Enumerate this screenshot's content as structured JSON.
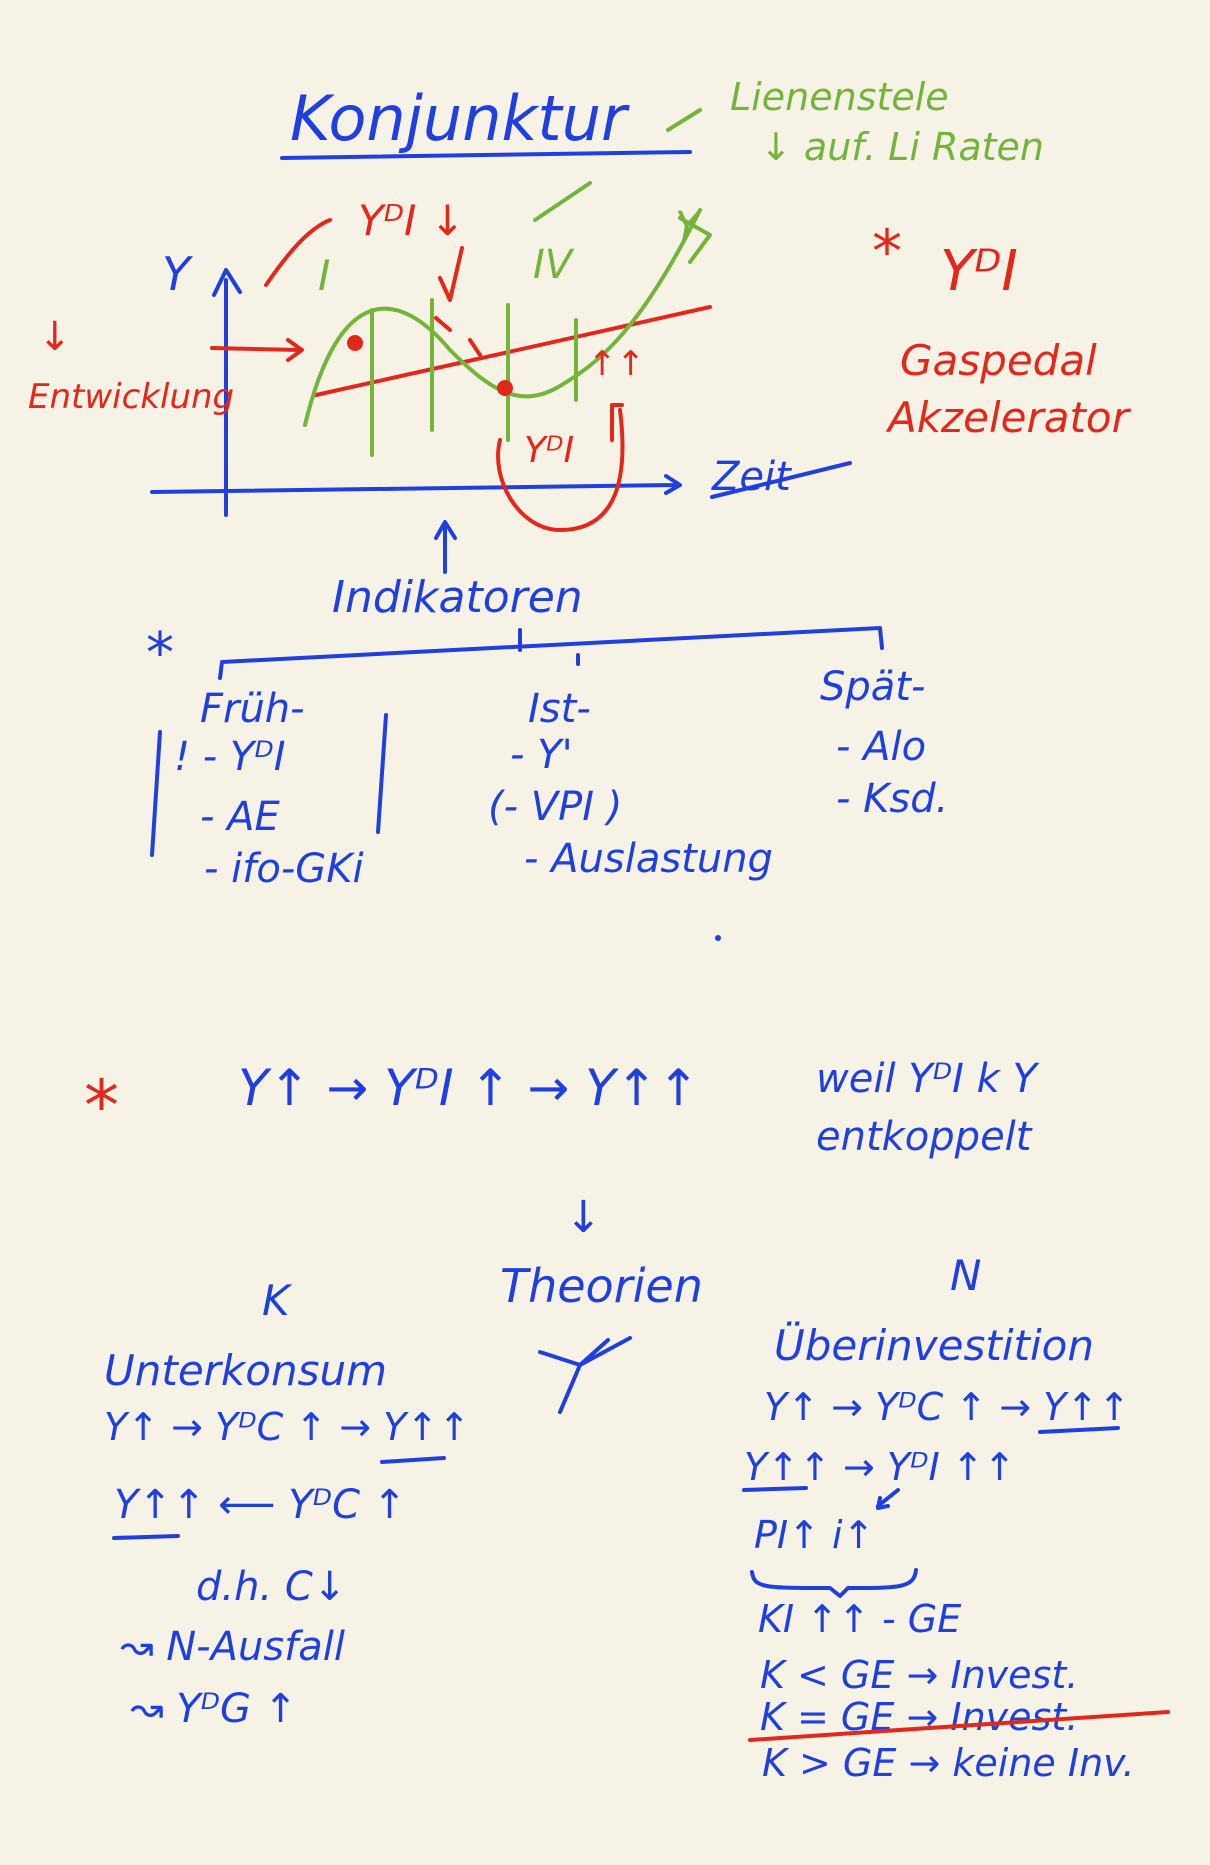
{
  "colors": {
    "paper": "#f6f2e6",
    "blue_ink": "#1f3fe0",
    "red_ink": "#e3271b",
    "green_ink": "#74b43a"
  },
  "title": "Konjunktur",
  "green_note": {
    "line1": "Lienenstele",
    "line2": "↓ auf. Li Raten"
  },
  "chart": {
    "y_axis_label": "Y",
    "x_axis_label": "Zeit",
    "trend_label": "Y",
    "phase_1": "I",
    "phase_4": "IV",
    "left_arrow": "↓",
    "left_note": "Entwicklung",
    "top_label": "YᴰI ↓",
    "bottom_label": "YᴰI",
    "up_arrows": "↑↑",
    "indicators_label": "Indikatoren"
  },
  "accelerator": {
    "star": "*",
    "symbol": "YᴰI",
    "line1": "Gaspedal",
    "line2": "Akzelerator"
  },
  "indicators": {
    "star": "*",
    "columns": [
      {
        "heading": "Früh-",
        "items": [
          "! - YᴰI",
          "- AE",
          "- ifo-GKi"
        ]
      },
      {
        "heading": "Ist-",
        "items": [
          "- Y'",
          "(- VPI )",
          "- Auslastung"
        ]
      },
      {
        "heading": "Spät-",
        "items": [
          "- Alo",
          "- Ksd."
        ]
      }
    ]
  },
  "chain": {
    "star": "*",
    "formula": "Y↑ → YᴰI ↑ → Y↑↑",
    "note_line1": "weil YᴰI k Y",
    "note_line2": "entkoppelt"
  },
  "theorien": {
    "down_arrow": "↓",
    "label": "Theorien"
  },
  "left_theory": {
    "mark": "K",
    "heading": "Unterkonsum",
    "line1": "Y↑ → YᴰC ↑ → Y↑↑",
    "line2": "Y↑↑ ⟵ YᴰC ↑",
    "line3": "d.h. C↓",
    "line4": "↝ N-Ausfall",
    "line5": "↝ YᴰG ↑"
  },
  "right_theory": {
    "mark": "N",
    "heading": "Überinvestition",
    "line1": "Y↑ → YᴰC ↑ → Y↑↑",
    "line2": "Y↑↑ → YᴰI ↑↑",
    "line3": "PI↑ i↑",
    "line4": "KI ↑↑ - GE",
    "line5": "K < GE → Invest.",
    "line6": "K = GE → Invest.",
    "line7": "K > GE → keine Inv."
  }
}
